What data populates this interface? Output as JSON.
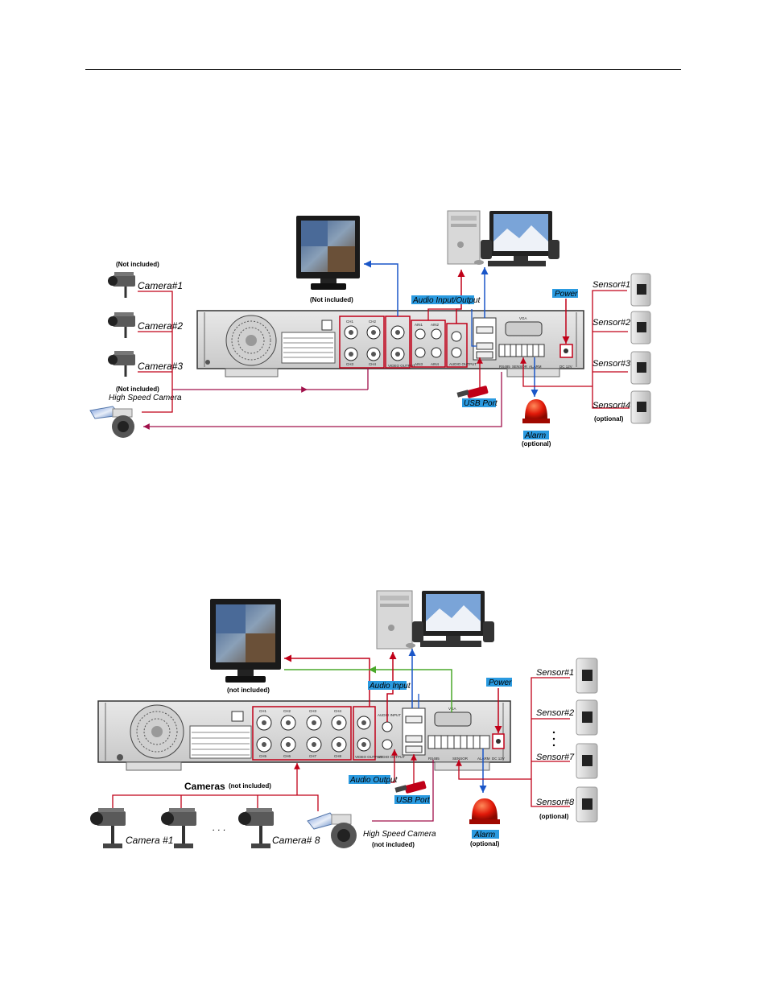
{
  "diagram1": {
    "monitor_note": "(Not included)",
    "cameras_note_top": "(Not included)",
    "cameras": [
      "Camera#1",
      "Camera#2",
      "Camera#3"
    ],
    "cameras_note_bottom": "(Not included)",
    "speed_camera": "High Speed Camera",
    "audio_io": "Audio Input/Output",
    "power": "Power",
    "usb_port": "USB Port",
    "alarm": "Alarm",
    "alarm_note": "(optional)",
    "sensors": [
      "Sensor#1",
      "Sensor#2",
      "Sensor#3",
      "Sensor#4"
    ],
    "sensors_note": "(optional)",
    "panel": {
      "ch": [
        "CH1",
        "CH2",
        "CH3",
        "CH4"
      ],
      "ain": [
        "AIN1",
        "AIN2",
        "AIN3",
        "AIN4"
      ],
      "video_output": "VIDEO OUTPUT",
      "audio_output": "AUDIO OUTPUT",
      "vga": "VGA",
      "rs485": "RS485",
      "sensor": "SENSOR",
      "alarm": "ALARM",
      "dc": "DC 12V"
    }
  },
  "diagram2": {
    "monitor_note": "(not included)",
    "audio_input": "Audio Input",
    "audio_output": "Audio Output",
    "power": "Power",
    "usb_port": "USB Port",
    "cameras_title": "Cameras",
    "cameras_note": "(not included)",
    "camera_first": "Camera #1",
    "camera_last": "Camera# 8",
    "ellipsis": ". . .",
    "speed_camera": "High Speed Camera",
    "speed_camera_note": "(not included)",
    "alarm": "Alarm",
    "alarm_note": "(optional)",
    "sensors": [
      "Sensor#1",
      "Sensor#2",
      "Sensor#7",
      "Sensor#8"
    ],
    "sensors_note": "(optional)",
    "panel": {
      "ch": [
        "CH1",
        "CH2",
        "CH3",
        "CH4",
        "CH5",
        "CH6",
        "CH7",
        "CH8"
      ],
      "audio_input": "AUDIO INPUT",
      "audio_output": "AUDIO OUTPUT",
      "video_output": "VIDEO OUTPUT",
      "vga": "VGA",
      "rs485": "RS485",
      "sensor": "SENSOR",
      "alarm": "ALARM",
      "dc": "DC 12V"
    }
  }
}
